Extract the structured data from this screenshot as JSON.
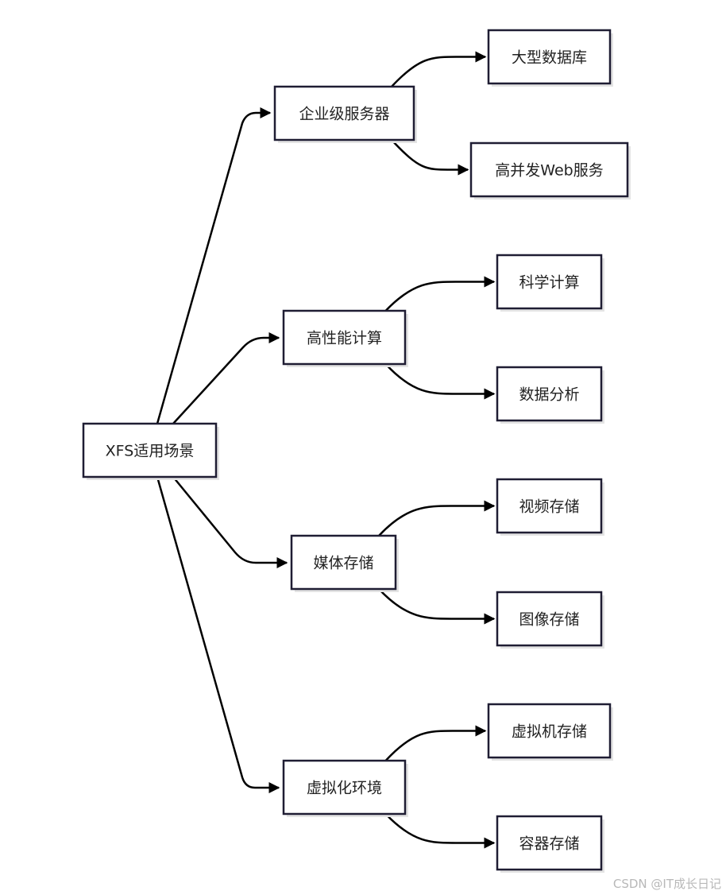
{
  "diagram": {
    "root": {
      "id": "root",
      "label": "XFS适用场景"
    },
    "categories": [
      {
        "id": "enterprise",
        "label": "企业级服务器",
        "children": [
          {
            "id": "big-db",
            "label": "大型数据库"
          },
          {
            "id": "web",
            "label": "高并发Web服务"
          }
        ]
      },
      {
        "id": "hpc",
        "label": "高性能计算",
        "children": [
          {
            "id": "science",
            "label": "科学计算"
          },
          {
            "id": "analysis",
            "label": "数据分析"
          }
        ]
      },
      {
        "id": "media",
        "label": "媒体存储",
        "children": [
          {
            "id": "video",
            "label": "视频存储"
          },
          {
            "id": "image",
            "label": "图像存储"
          }
        ]
      },
      {
        "id": "virt",
        "label": "虚拟化环境",
        "children": [
          {
            "id": "vm",
            "label": "虚拟机存储"
          },
          {
            "id": "container",
            "label": "容器存储"
          }
        ]
      }
    ]
  },
  "watermark": "CSDN @IT成长日记",
  "colors": {
    "node_fill": "#ffffff",
    "node_border": "#1f1d33",
    "edge": "#000000",
    "text": "#222222",
    "shadow": "#e4e4e4"
  }
}
